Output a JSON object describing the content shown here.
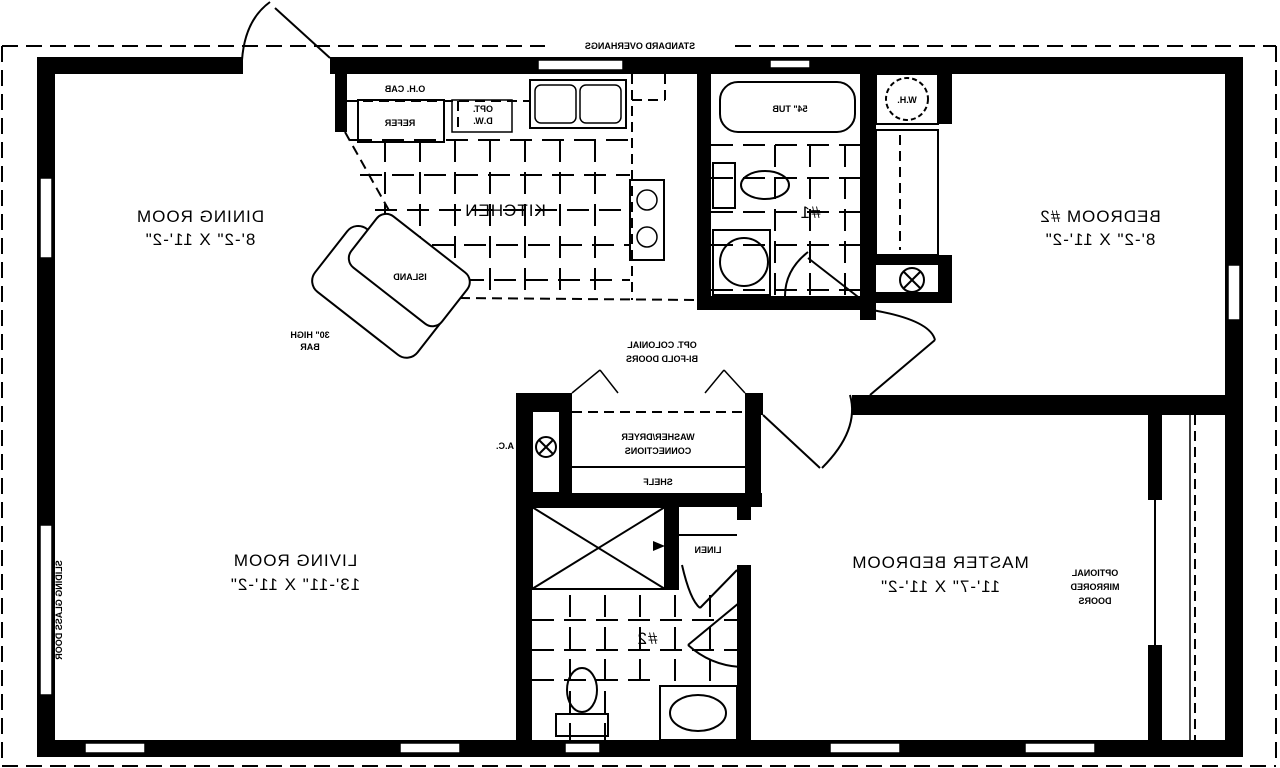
{
  "plan": {
    "orientation": "mirrored-horizontally",
    "overhang_label": "STANDARD OVERHANGS",
    "rooms": [
      {
        "id": "dining",
        "name": "DINING ROOM",
        "size": "8'-2\" X 11'-2\""
      },
      {
        "id": "kitchen",
        "name": "KITCHEN"
      },
      {
        "id": "bedroom2",
        "name": "BEDROOM #2",
        "size": "8'-2\" X 11'-2\""
      },
      {
        "id": "living",
        "name": "LIVING ROOM",
        "size": "13'-11\" X 11'-2\""
      },
      {
        "id": "master",
        "name": "MASTER BEDROOM",
        "size": "11'-7\" X 11'-2\""
      },
      {
        "id": "bath1",
        "name": "#1"
      },
      {
        "id": "bath2",
        "name": "#2"
      }
    ],
    "fixtures": {
      "oh_cab": "O.H. CAB",
      "refer": "REFER",
      "opt_dw_1": "OPT.",
      "opt_dw_2": "D.W.",
      "tub": "54\" TUB",
      "wh": "W.H.",
      "island": "ISLAND",
      "bar_1": "30\" HIGH",
      "bar_2": "BAR",
      "bifold_1": "OPT. COLONIAL",
      "bifold_2": "BI-FOLD DOORS",
      "washer_1": "WASHER/DRYER",
      "washer_2": "CONNECTIONS",
      "shelf": "SHELF",
      "ac": "A.C.",
      "linen": "LINEN",
      "mirrored_1": "OPTIONAL",
      "mirrored_2": "MIRRORED",
      "mirrored_3": "DOORS",
      "sliding": "SLIDING GLASS DOOR"
    }
  }
}
